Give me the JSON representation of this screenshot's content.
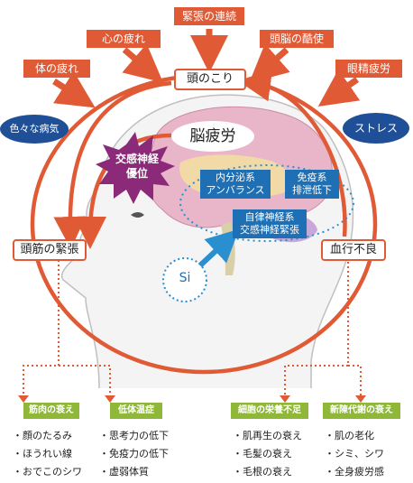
{
  "center": {
    "brain_fatigue": "脳疲労",
    "sympathetic": [
      "交感神経",
      "優位"
    ]
  },
  "top_causes": [
    {
      "label": "体の疲れ"
    },
    {
      "label": "心の疲れ"
    },
    {
      "label": "緊張の連続"
    },
    {
      "label": "頭脳の酷使"
    },
    {
      "label": "眼精疲労"
    }
  ],
  "nodes": {
    "head_stiffness": "頭のこり",
    "scalp_tension": "頭筋の緊張",
    "poor_circulation": "血行不良"
  },
  "bubbles": {
    "diseases": "色々な病気",
    "stress": "ストレス"
  },
  "brain_boxes": {
    "endocrine": [
      "内分泌系",
      "アンバランス"
    ],
    "immune": [
      "免疫系",
      "排泄低下"
    ],
    "autonomic": [
      "自律神経系",
      "交感神経緊張"
    ]
  },
  "si_label": "Si",
  "outcomes": [
    {
      "label": "筋肉の衰え",
      "items": [
        "顔のたるみ",
        "ほうれい線",
        "おでこのシワ"
      ]
    },
    {
      "label": "低体温症",
      "items": [
        "思考力の低下",
        "免疫力の低下",
        "虚弱体質"
      ]
    },
    {
      "label": "細胞の栄養不足",
      "items": [
        "肌再生の衰え",
        "毛髪の衰え",
        "毛根の衰え"
      ]
    },
    {
      "label": "新陳代謝の衰え",
      "items": [
        "肌の老化",
        "シミ、シワ",
        "全身疲労感"
      ]
    }
  ],
  "colors": {
    "accent_red": "#e05a35",
    "blue": "#1e6fb4",
    "navy": "#1f4f97",
    "green": "#8fb838",
    "dotted_blue": "#2a8fd0"
  }
}
